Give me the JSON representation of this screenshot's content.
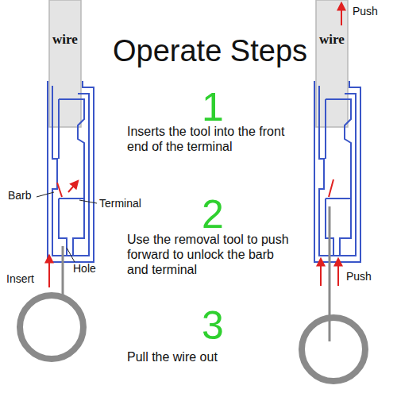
{
  "diagram": {
    "title": "Operate Steps",
    "labels": [
      "wire",
      "Push",
      "wire",
      "1",
      "Inserts the tool into the front end of the terminal",
      "Barb",
      "Terminal",
      "2",
      "Use the removal tool to push forward to unlock the barb and terminal",
      "Hole",
      "Insert",
      "Push",
      "3",
      "Pull the wire out"
    ]
  }
}
